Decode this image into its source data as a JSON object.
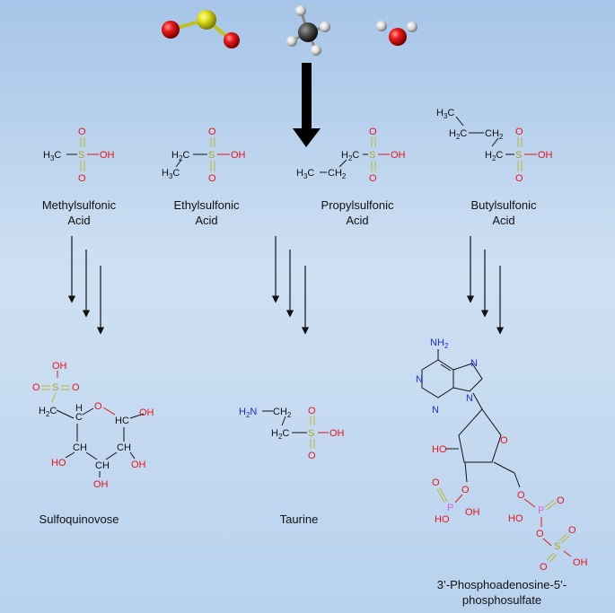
{
  "molecules": {
    "methylsulfonic": {
      "name_line1": "Methylsulfonic",
      "name_line2": "Acid",
      "formula_ch3": "H",
      "oh": "OH"
    },
    "ethylsulfonic": {
      "name_line1": "Ethylsulfonic",
      "name_line2": "Acid"
    },
    "propylsulfonic": {
      "name_line1": "Propylsulfonic",
      "name_line2": "Acid"
    },
    "butylsulfonic": {
      "name_line1": "Butylsulfonic",
      "name_line2": "Acid"
    },
    "sulfoquinovose": {
      "name": "Sulfoquinovose"
    },
    "taurine": {
      "name": "Taurine"
    },
    "paps": {
      "name_line1": "3’-Phosphoadenosine-5’-",
      "name_line2": "phosphosulfate"
    }
  },
  "atoms": {
    "o": "O",
    "s": "S",
    "oh": "OH",
    "ho": "HO",
    "h": "H",
    "c": "C",
    "n": "N",
    "p": "P",
    "nh2": "NH",
    "hc": "HC",
    "ch": "CH",
    "h2n": "H",
    "sub2": "2",
    "sub3": "3",
    "ch2": "CH",
    "h2c": "H",
    "c_h": "C"
  },
  "colors": {
    "oxygen": "#e8141a",
    "sulfur": "#a9a91a",
    "nitrogen": "#1c2fd6",
    "phosphorus": "#e05ad8",
    "carbon": "#111111"
  }
}
